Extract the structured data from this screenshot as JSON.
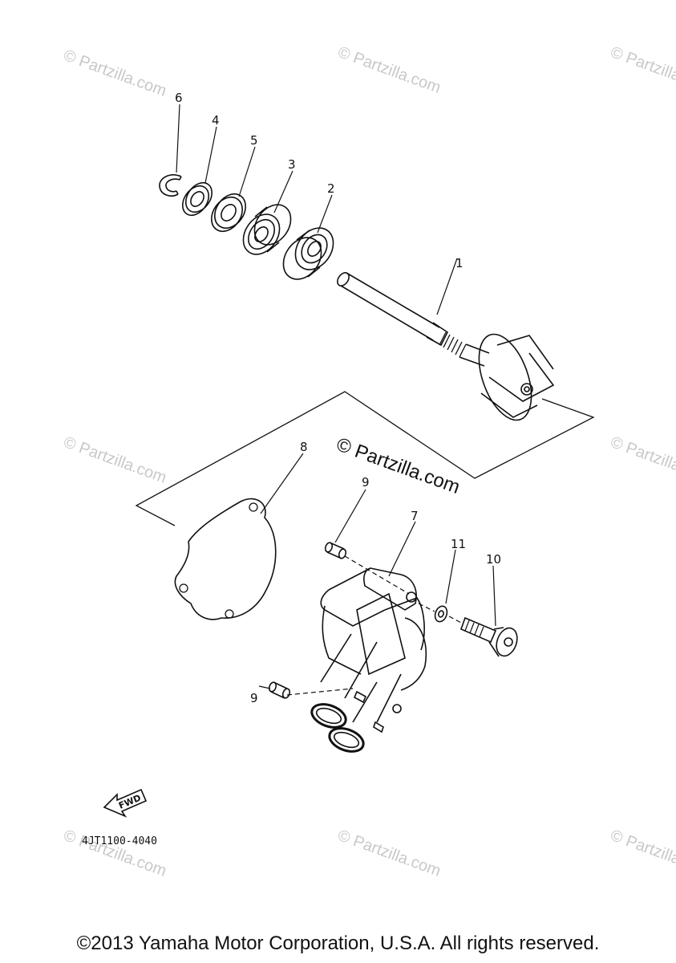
{
  "callouts": {
    "c1": "1",
    "c2": "2",
    "c3": "3",
    "c4": "4",
    "c5": "5",
    "c6": "6",
    "c7": "7",
    "c8": "8",
    "c9a": "9",
    "c9b": "9",
    "c10": "10",
    "c11": "11"
  },
  "watermark": {
    "text": "© Partzilla.com",
    "center_text": "© Partzilla.com"
  },
  "diagram_code": "4JT1100-4040",
  "fwd_label": "FWD",
  "copyright": "©2013 Yamaha Motor Corporation, U.S.A. All rights reserved."
}
